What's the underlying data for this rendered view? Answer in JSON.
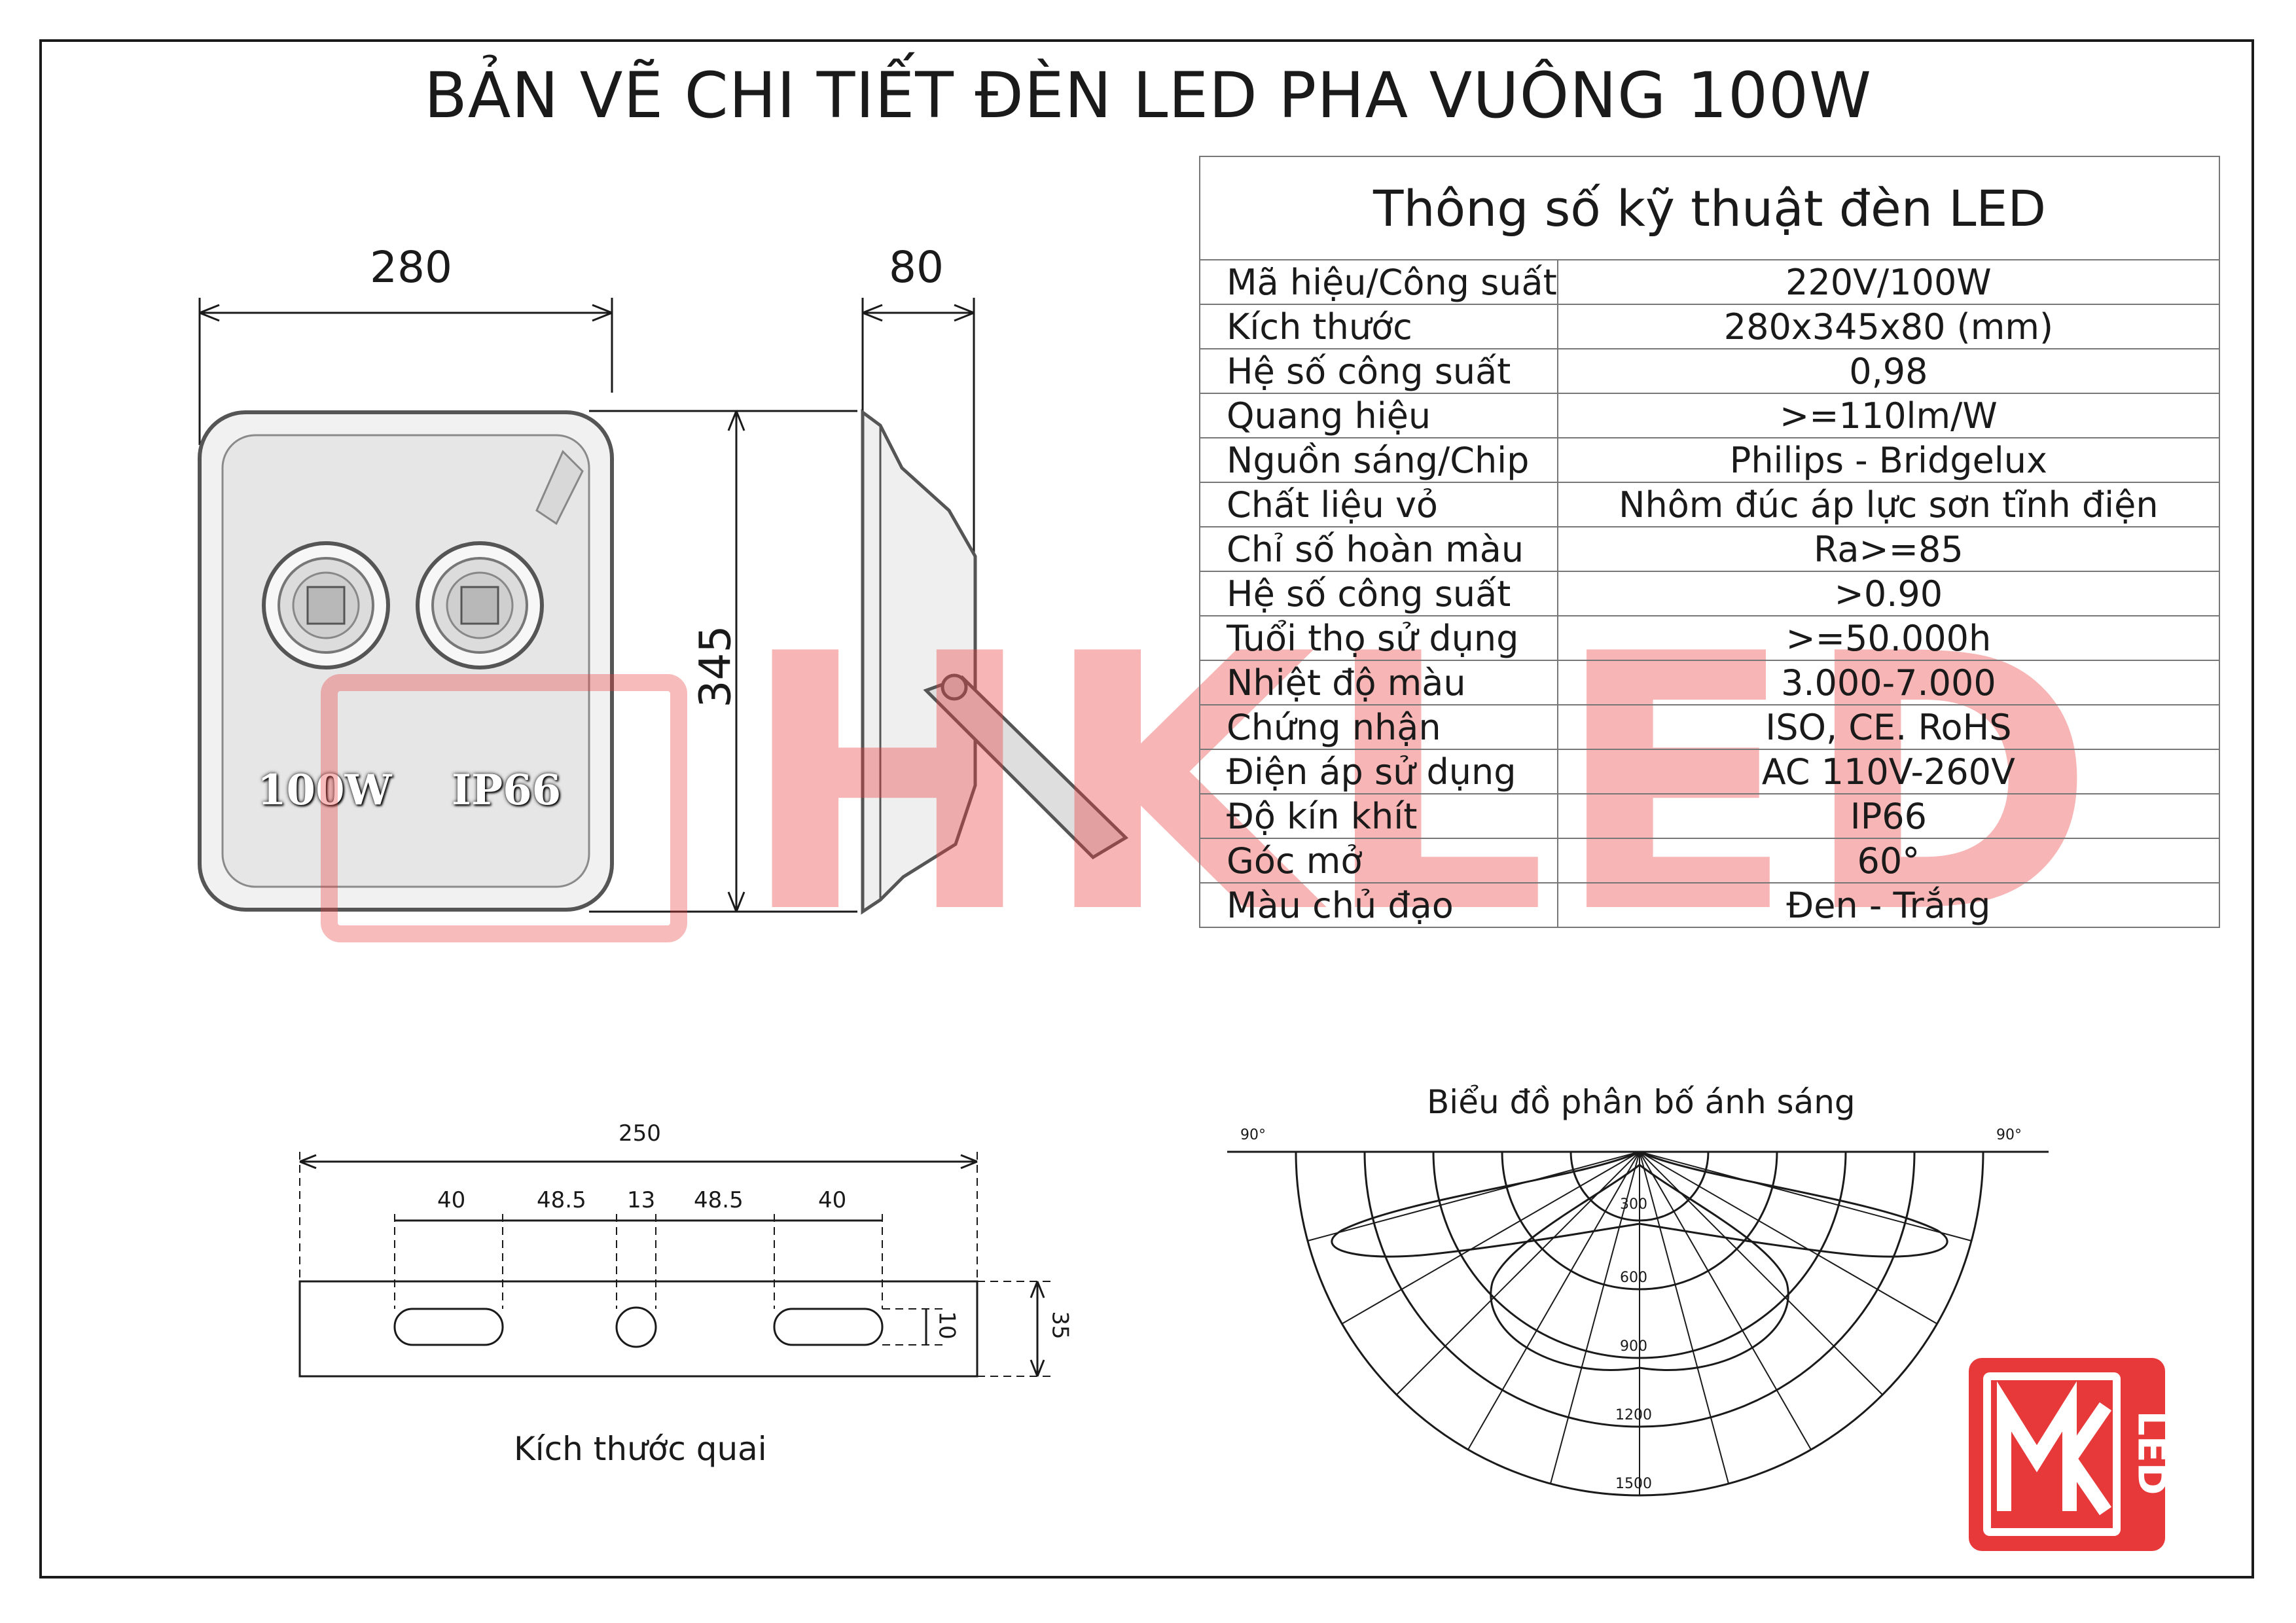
{
  "title": "BẢN VẼ CHI TIẾT ĐÈN LED PHA VUÔNG 100W",
  "product": {
    "width_label": "280",
    "height_label": "345",
    "depth_label": "80",
    "badge_power": "100W",
    "badge_ip": "IP66"
  },
  "watermark": "HKLED",
  "logo_text": "LED",
  "specs": {
    "heading": "Thông số kỹ thuật đèn LED",
    "rows": [
      {
        "label": "Mã hiệu/Công suất",
        "value": "220V/100W"
      },
      {
        "label": "Kích thước",
        "value": "280x345x80 (mm)"
      },
      {
        "label": "Hệ số công suất",
        "value": "0,98"
      },
      {
        "label": "Quang hiệu",
        "value": ">=110lm/W"
      },
      {
        "label": "Nguồn sáng/Chip",
        "value": "Philips - Bridgelux"
      },
      {
        "label": "Chất liệu vỏ",
        "value": "Nhôm đúc áp lực sơn tĩnh điện"
      },
      {
        "label": "Chỉ số hoàn màu",
        "value": "Ra>=85"
      },
      {
        "label": "Hệ số công suất",
        "value": ">0.90"
      },
      {
        "label": "Tuổi thọ sử dụng",
        "value": ">=50.000h"
      },
      {
        "label": "Nhiệt độ màu",
        "value": "3.000-7.000"
      },
      {
        "label": "Chứng nhận",
        "value": "ISO, CE. RoHS"
      },
      {
        "label": "Điện áp sử dụng",
        "value": "AC 110V-260V"
      },
      {
        "label": "Độ kín khít",
        "value": "IP66"
      },
      {
        "label": "Góc mở",
        "value": "60°"
      },
      {
        "label": "Màu chủ đạo",
        "value": "Đen - Trắng"
      }
    ]
  },
  "bracket": {
    "caption": "Kích thước quai",
    "total": "250",
    "segments": [
      "40",
      "48.5",
      "13",
      "48.5",
      "40"
    ],
    "slot_height": "10",
    "plate_height": "35"
  },
  "light_chart": {
    "title": "Biểu đồ phân bố ánh sáng",
    "left_angle": "90°",
    "right_angle": "90°",
    "rings": [
      "300",
      "600",
      "900",
      "1200",
      "1500"
    ]
  },
  "colors": {
    "brand_red": "#e8393a",
    "line": "#1a1a1a"
  }
}
